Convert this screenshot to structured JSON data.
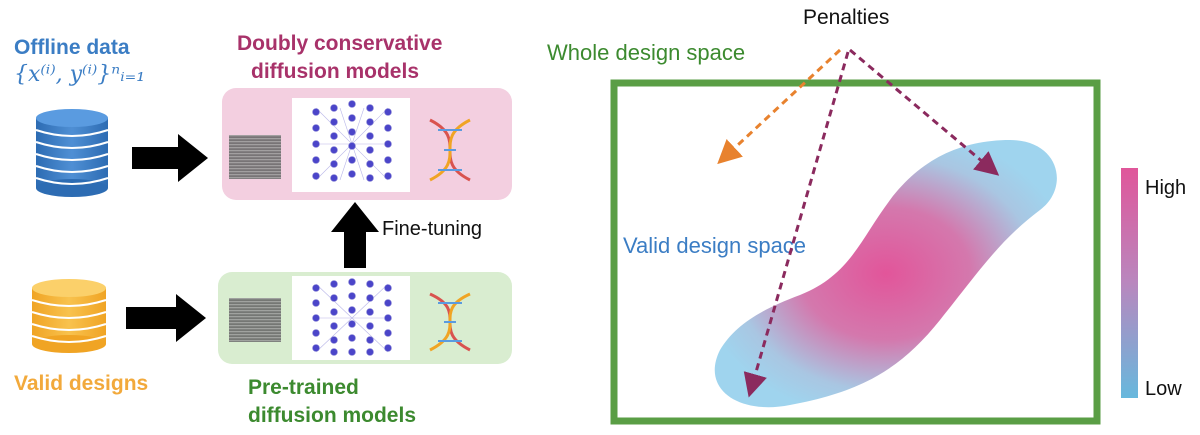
{
  "left": {
    "offline_title": "Offline data",
    "offline_math": "{x⁽ⁱ⁾, y⁽ⁱ⁾}ⁿᵢ₌₁",
    "conservative_line1": "Doubly conservative",
    "conservative_line2": "diffusion models",
    "finetune": "Fine-tuning",
    "valid_designs": "Valid designs",
    "pretrained_line1": "Pre-trained",
    "pretrained_line2": "diffusion models"
  },
  "right": {
    "penalties": "Penalties",
    "whole_space": "Whole design space",
    "valid_space": "Valid design space",
    "colorbar_high": "High",
    "colorbar_low": "Low"
  },
  "colors": {
    "blue": "#3b7dc4",
    "pink": "#a8326a",
    "green": "#3c8a2f",
    "orange": "#f2a93b",
    "penalty_arrow": "#8b2a5e",
    "orange_arrow": "#e8822e",
    "frame": "#5a9e45"
  }
}
